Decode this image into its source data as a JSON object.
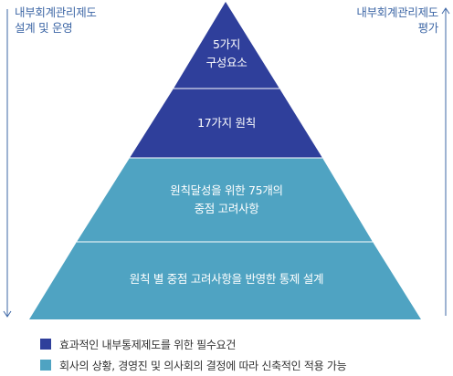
{
  "colors": {
    "dark_blue": "#2f3f9b",
    "teal": "#4fa3c2",
    "arrow": "#3e67a6",
    "divider": "#ffffff"
  },
  "left_label": {
    "line1": "내부회계관리제도",
    "line2": "설계 및 운영",
    "arrow_direction": "down",
    "icon": "down-arrow-icon"
  },
  "right_label": {
    "line1": "내부회계관리제도",
    "line2": "평가",
    "arrow_direction": "up",
    "icon": "up-arrow-icon"
  },
  "pyramid": {
    "tiers": [
      {
        "line1": "5가지",
        "line2": "구성요소",
        "color": "dark_blue"
      },
      {
        "line1": "17가지 원칙",
        "color": "dark_blue"
      },
      {
        "line1": "원칙달성을 위한 75개의",
        "line2": "중점 고려사항",
        "color": "teal"
      },
      {
        "line1": "원칙 별 중점 고려사항을 반영한 통제 설계",
        "color": "teal"
      }
    ]
  },
  "legend": [
    {
      "label": "효과적인 내부통제제도를 위한 필수요건",
      "color": "dark_blue"
    },
    {
      "label": "회사의 상황, 경영진 및 의사회의 결정에 따라 신축적인 적용 가능",
      "color": "teal"
    }
  ]
}
